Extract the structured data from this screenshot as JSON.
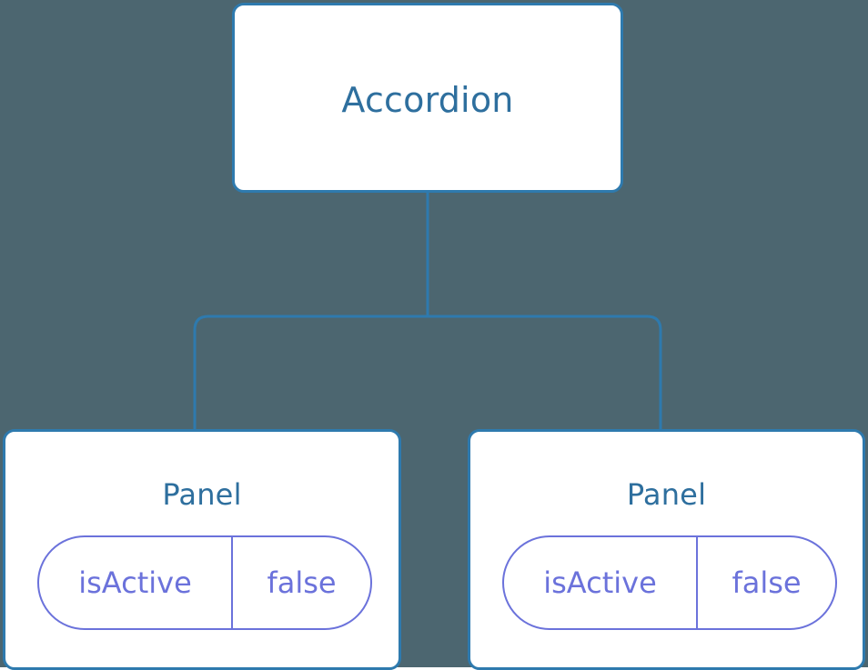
{
  "diagram": {
    "type": "component-tree",
    "background_color": "#4C6670",
    "node_border_color": "#2E7AAE",
    "node_fill_color": "#FFFFFF",
    "node_text_color": "#2E6F9E",
    "edge_color": "#2E7AAE",
    "pill_color": "#6B72DB",
    "root": {
      "label": "Accordion"
    },
    "children": [
      {
        "label": "Panel",
        "state": {
          "key": "isActive",
          "value": "false"
        }
      },
      {
        "label": "Panel",
        "state": {
          "key": "isActive",
          "value": "false"
        }
      }
    ],
    "edges": [
      {
        "from": "Accordion",
        "to": "Panel",
        "index": 0
      },
      {
        "from": "Accordion",
        "to": "Panel",
        "index": 1
      }
    ]
  }
}
